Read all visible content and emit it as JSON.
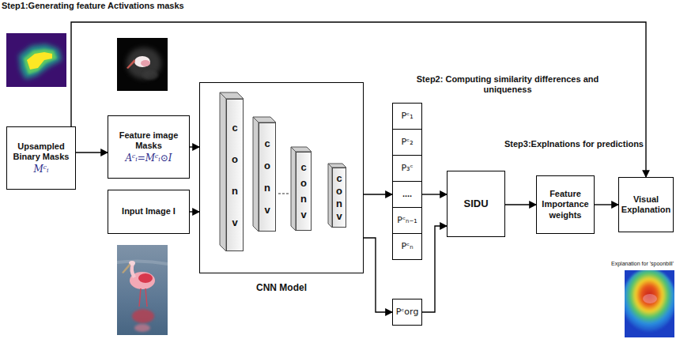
{
  "diagram": {
    "nodes": [
      {
        "text": [
          "Upsampled Binary Masks",
          "Mᶜᵢ"
        ]
      },
      {
        "text": [
          "Feature image Masks",
          "Aᶜᵢ=Mᶜᵢ⊙I"
        ]
      },
      {
        "text": [
          "Input Image I"
        ]
      },
      {
        "text": [
          "CNN Model"
        ]
      },
      {
        "text": [
          "conv"
        ],
        "in": 3
      },
      {
        "text": [
          "conv"
        ],
        "in": 3
      },
      {
        "text": [
          "conv"
        ],
        "in": 3
      },
      {
        "text": [
          "conv"
        ],
        "in": 3
      },
      {
        "text": [
          "Pᶜ₁"
        ]
      },
      {
        "text": [
          "Pᶜ₂"
        ]
      },
      {
        "text": [
          "P₃ᶜ"
        ]
      },
      {
        "text": [
          "...."
        ]
      },
      {
        "text": [
          "Pᶜₙ₋₁"
        ]
      },
      {
        "text": [
          "Pᶜₙ"
        ]
      },
      {
        "text": [
          "Pᶜorg"
        ]
      },
      {
        "text": [
          "SIDU"
        ]
      },
      {
        "text": [
          "Feature Importance weights"
        ]
      },
      {
        "text": [
          "Visual Explanation"
        ]
      }
    ],
    "edges": [
      {
        "from": 0,
        "to": 1,
        "arrow": "to"
      },
      {
        "from": 0,
        "to": 17,
        "arrow": "to"
      },
      {
        "from": 1,
        "to": 3,
        "arrow": "to"
      },
      {
        "from": 2,
        "to": 3,
        "arrow": "to"
      },
      {
        "from": 3,
        "to": 11,
        "arrow": "to"
      },
      {
        "from": 3,
        "to": 14,
        "arrow": "to"
      },
      {
        "from": 11,
        "to": 15,
        "arrow": "to"
      },
      {
        "from": 14,
        "to": 15,
        "arrow": "to"
      },
      {
        "from": 15,
        "to": 16,
        "arrow": "to"
      },
      {
        "from": 16,
        "to": 17,
        "arrow": "to"
      }
    ],
    "labels": [
      "Step1:Generating feature Activations masks",
      "Step2: Computing similarity differences and uniqueness",
      "Step3:Explnations for predictions",
      "Explanation for 'spoonbill'"
    ]
  }
}
